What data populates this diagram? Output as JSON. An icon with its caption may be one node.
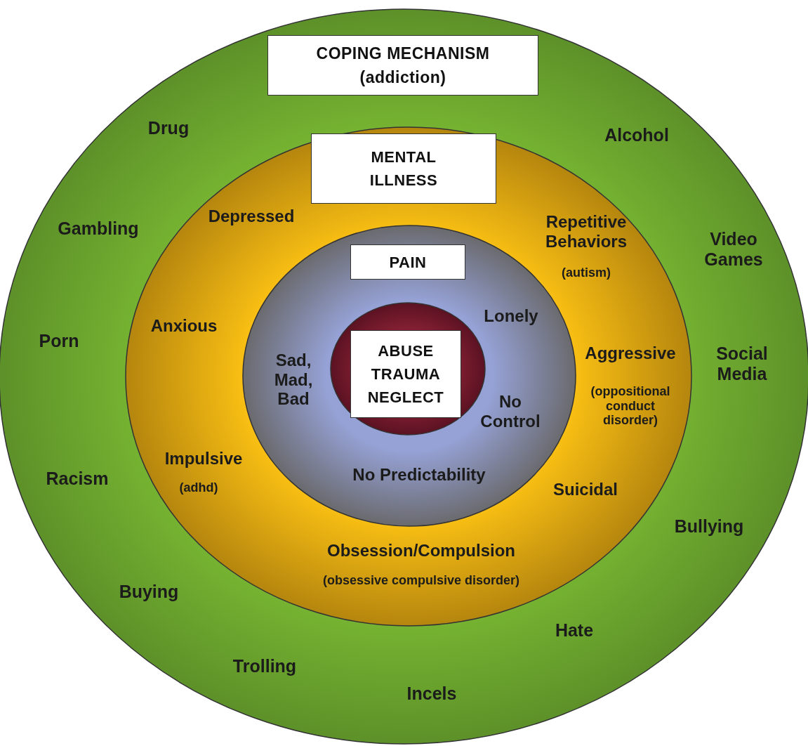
{
  "diagram": {
    "nodes": [
      {
        "text": [
          "Drug",
          "Alcohol",
          "Gambling",
          "Video Games",
          "Porn",
          "Social Media",
          "Racism",
          "Bullying",
          "Buying",
          "Hate",
          "Trolling",
          "Incels"
        ]
      },
      {
        "text": [
          "COPING MECHANISM (addiction)"
        ],
        "in": 0
      },
      {
        "text": [
          "Depressed",
          "Repetitive Behaviors",
          "(autism)",
          "Anxious",
          "Aggressive",
          "(oppositional conduct disorder)",
          "Impulsive",
          "(adhd)",
          "Suicidal",
          "Obsession/Compulsion",
          "(obsessive compulsive disorder)"
        ],
        "in": 0
      },
      {
        "text": [
          "MENTAL ILLNESS"
        ],
        "in": 2
      },
      {
        "text": [
          "Lonely",
          "Sad, Mad, Bad",
          "No Control",
          "No Predictability"
        ],
        "in": 2
      },
      {
        "text": [
          "PAIN"
        ],
        "in": 4
      },
      {
        "text": [],
        "shape": "circle",
        "in": 4
      },
      {
        "text": [
          "ABUSE TRAUMA NEGLECT"
        ],
        "in": 6
      }
    ]
  }
}
